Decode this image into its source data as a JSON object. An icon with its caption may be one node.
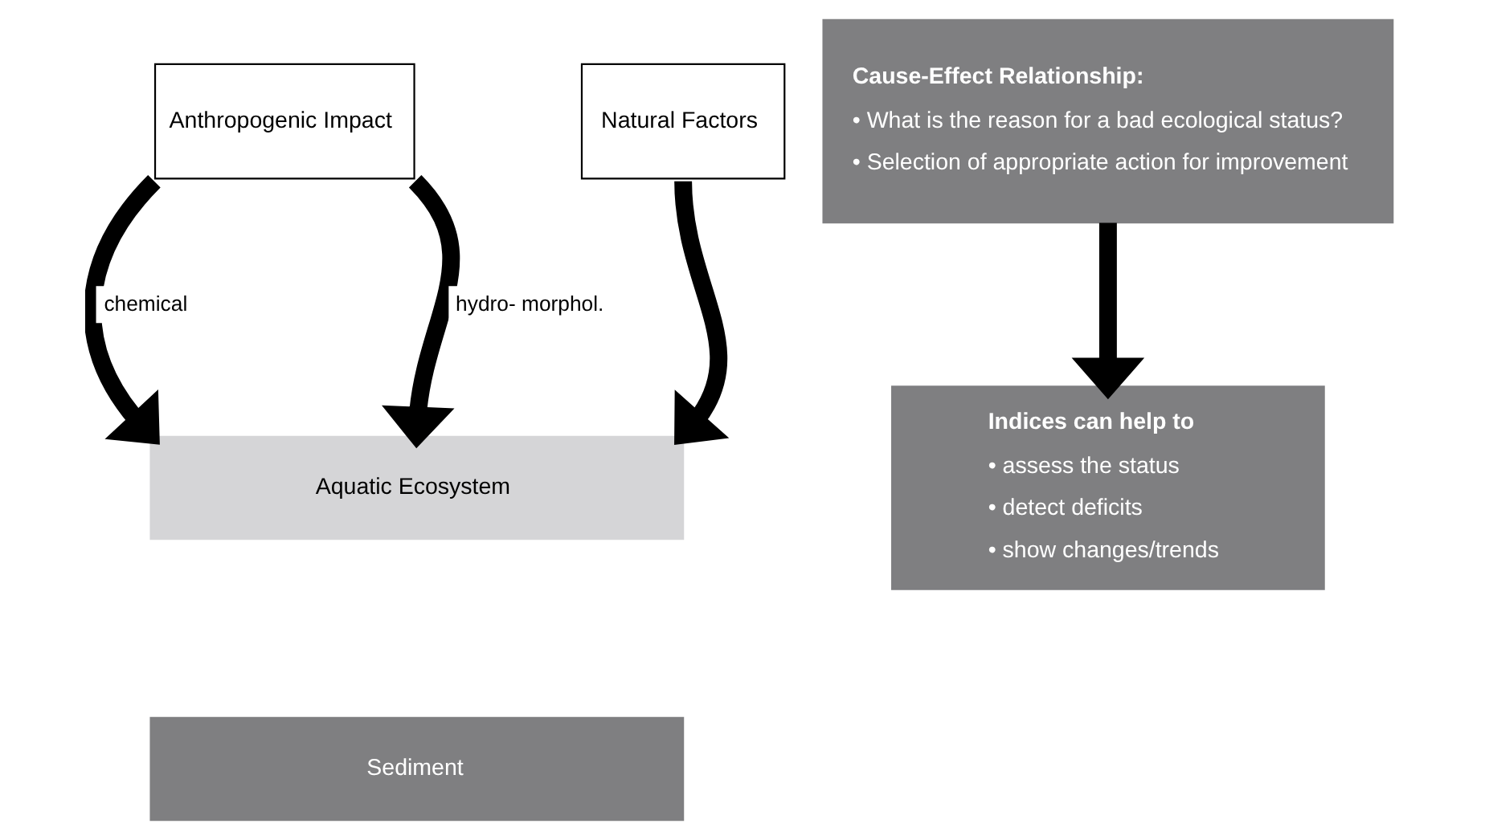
{
  "diagram": {
    "nodes": [
      {
        "text": [
          "Anthropogenic Impact"
        ]
      },
      {
        "text": [
          "Natural Factors"
        ]
      },
      {
        "text": [
          "Aquatic Ecosystem"
        ]
      },
      {
        "text": [
          "Sediment"
        ]
      },
      {
        "text": [
          "Cause-Effect Relationship:",
          "• What is the reason for a bad ecological status?",
          "• Selection of appropriate action for improvement"
        ]
      },
      {
        "text": [
          "Indices can help to",
          "• assess the status",
          "• detect deficits",
          "• show changes/trends"
        ]
      }
    ],
    "edges": [
      {
        "from": 0,
        "to": 2,
        "arrow": "to",
        "label": "chemical"
      },
      {
        "from": 0,
        "to": 2,
        "arrow": "to",
        "label": "hydro- morphol."
      },
      {
        "from": 1,
        "to": 2,
        "arrow": "to"
      },
      {
        "from": 4,
        "to": 5,
        "arrow": "to"
      }
    ]
  }
}
